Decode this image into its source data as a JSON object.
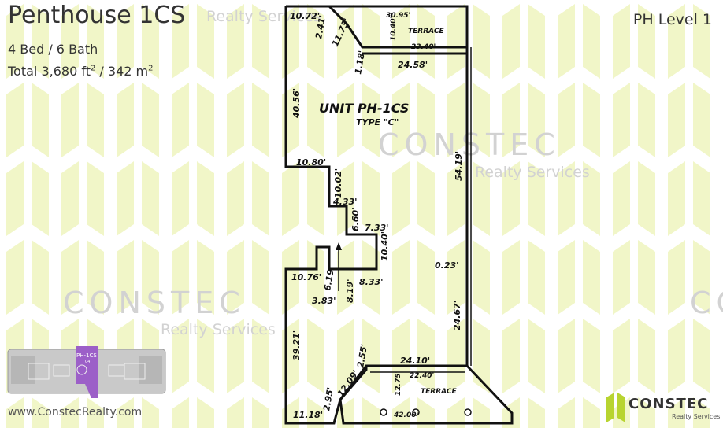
{
  "header": {
    "title": "Penthouse 1CS",
    "bedbath": "4 Bed / 6 Bath",
    "total_prefix": "Total 3,680 ft",
    "total_sep": " / 342 m",
    "sup": "2",
    "level": "PH Level 1"
  },
  "watermark": {
    "brand": "CONSTEC",
    "tagline": "Realty Services"
  },
  "plan": {
    "unit_name": "UNIT PH-1CS",
    "unit_type": "TYPE \"C\"",
    "terrace_label": "TERRACE",
    "dimensions": {
      "d_10_72": "10.72'",
      "d_2_41": "2.41'",
      "d_11_73": "11.73'",
      "d_30_95": "30.95'",
      "d_10_40_top": "10.40'",
      "d_23_40": "23.40'",
      "d_1_18": "1.18'",
      "d_24_58": "24.58'",
      "d_40_56": "40.56'",
      "d_54_19": "54.19'",
      "d_10_80": "10.80'",
      "d_10_02": "10.02'",
      "d_4_33": "4.33'",
      "d_6_60": "6.60'",
      "d_7_33": "7.33'",
      "d_10_40_mid": "10.40'",
      "d_0_23": "0.23'",
      "d_10_76": "10.76'",
      "d_6_19": "6.19'",
      "d_8_19": "8.19'",
      "d_8_33": "8.33'",
      "d_3_83": "3.83'",
      "d_39_21": "39.21'",
      "d_24_67": "24.67'",
      "d_2_55": "2.55'",
      "d_24_10": "24.10'",
      "d_22_40": "22.40'",
      "d_12_09": "12.09'",
      "d_12_75": "12.75'",
      "d_2_95": "2.95'",
      "d_11_18": "11.18'",
      "d_42_00": "42.00'"
    }
  },
  "keyplan": {
    "unit_label": "PH-1CS",
    "unit_sub": "04"
  },
  "footer": {
    "website": "www.ConstecRealty.com",
    "logo_name": "CONSTEC",
    "logo_sub": "Realty Services"
  },
  "colors": {
    "highlight": "#9c5fc8",
    "pattern": "#f1f6c8",
    "logo_green": "#b8d430"
  }
}
